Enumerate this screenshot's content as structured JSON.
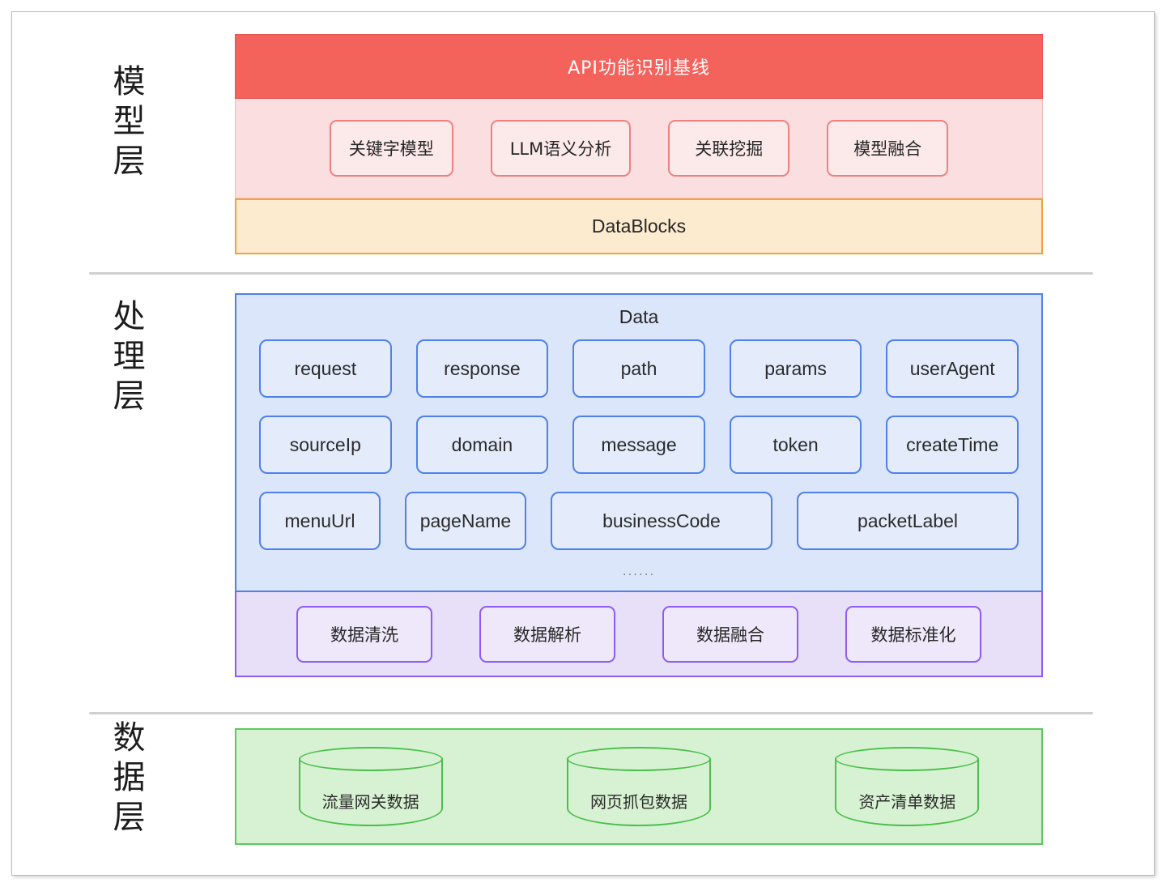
{
  "layers": {
    "model": {
      "label_chars": [
        "模",
        "型",
        "层"
      ]
    },
    "process": {
      "label_chars": [
        "处",
        "理",
        "层"
      ]
    },
    "data": {
      "label_chars": [
        "数",
        "据",
        "层"
      ]
    }
  },
  "model_layer": {
    "banner_title": "API功能识别基线",
    "models": [
      "关键字模型",
      "LLM语义分析",
      "关联挖掘",
      "模型融合"
    ],
    "datablocks_label": "DataBlocks"
  },
  "process_layer": {
    "data_title": "Data",
    "field_rows": [
      [
        "request",
        "response",
        "path",
        "params",
        "userAgent"
      ],
      [
        "sourceIp",
        "domain",
        "message",
        "token",
        "createTime"
      ],
      [
        "menuUrl",
        "pageName",
        "businessCode",
        "packetLabel"
      ]
    ],
    "ellipsis": "......",
    "operations": [
      "数据清洗",
      "数据解析",
      "数据融合",
      "数据标准化"
    ]
  },
  "data_layer": {
    "stores": [
      "流量网关数据",
      "网页抓包数据",
      "资产清单数据"
    ]
  },
  "colors": {
    "banner_red": "#F4625C",
    "pink_band": "#FBDFE0",
    "orange_band": "#FCEBCF",
    "orange_border": "#F0A33A",
    "blue_panel": "#DCE6FA",
    "blue_border": "#4F81E8",
    "purple_panel": "#E8DFF8",
    "purple_border": "#8B5CF6",
    "green_panel": "#D7F2D2",
    "green_border": "#5BC95B"
  }
}
